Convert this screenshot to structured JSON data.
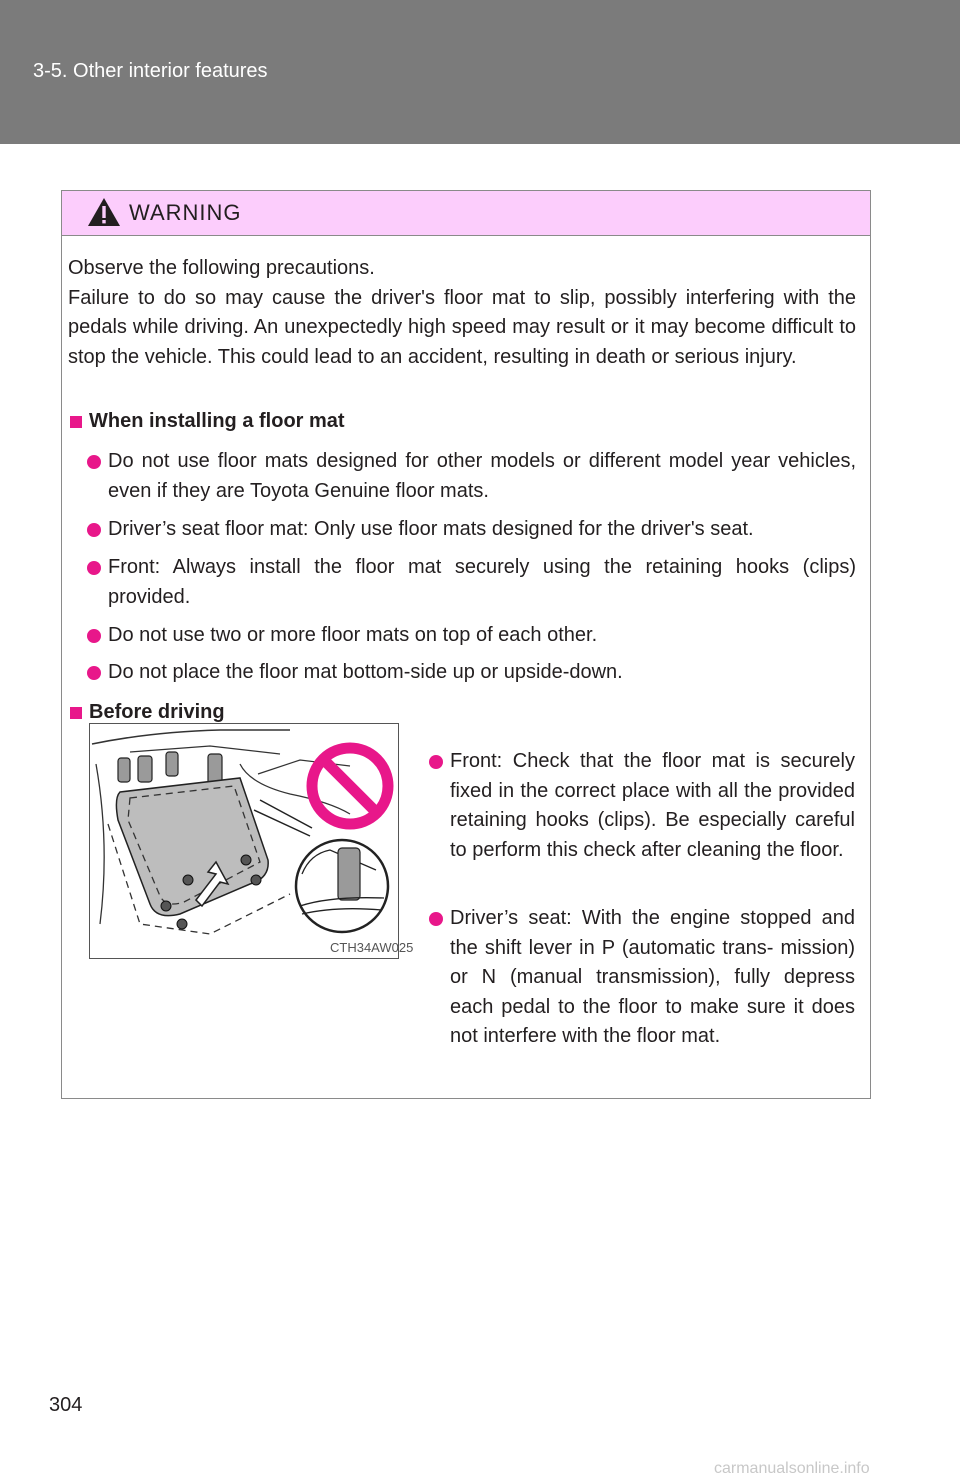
{
  "header": {
    "section": "3-5. Other interior features"
  },
  "warning": {
    "title": "WARNING",
    "intro": "Observe the following precautions.\nFailure to do so may cause the driver's floor mat to slip, possibly interfering with the pedals while driving. An unexpectedly high speed may result or it may become difficult to stop the vehicle. This could lead to an accident, resulting in death or serious injury.",
    "sections": [
      {
        "heading": "When installing a floor mat",
        "bullets": [
          "Do not use floor mats designed for other models or different model year vehicles, even if they are Toyota Genuine floor mats.",
          "Driver’s seat floor mat: Only use floor mats designed for the driver's seat.",
          "Front: Always install the floor mat securely using the retaining hooks (clips) provided.",
          "Do not use two or more floor mats on top of each other.",
          "Do not place the floor mat bottom-side up or upside-down."
        ]
      },
      {
        "heading": "Before driving",
        "bullets": [
          "Front: Check that the floor mat is securely fixed in the correct place with all the provided retaining hooks (clips). Be especially careful to perform this check after cleaning the floor.",
          "Driver’s seat: With the engine stopped and the shift lever in P (automatic trans- mission) or N (manual transmission), fully depress each pedal to the floor to make sure it does not interfere with the floor mat."
        ]
      }
    ],
    "illustration_code": "CTH34AW025"
  },
  "footer": {
    "page_number": "304",
    "watermark": "carmanualsonline.info"
  },
  "colors": {
    "header_bg": "#7b7b7b",
    "warning_bg": "#fccdfc",
    "bullet": "#e8178a",
    "prohibit": "#e8178a"
  },
  "icons": [
    "warning-triangle-icon",
    "prohibition-icon"
  ]
}
